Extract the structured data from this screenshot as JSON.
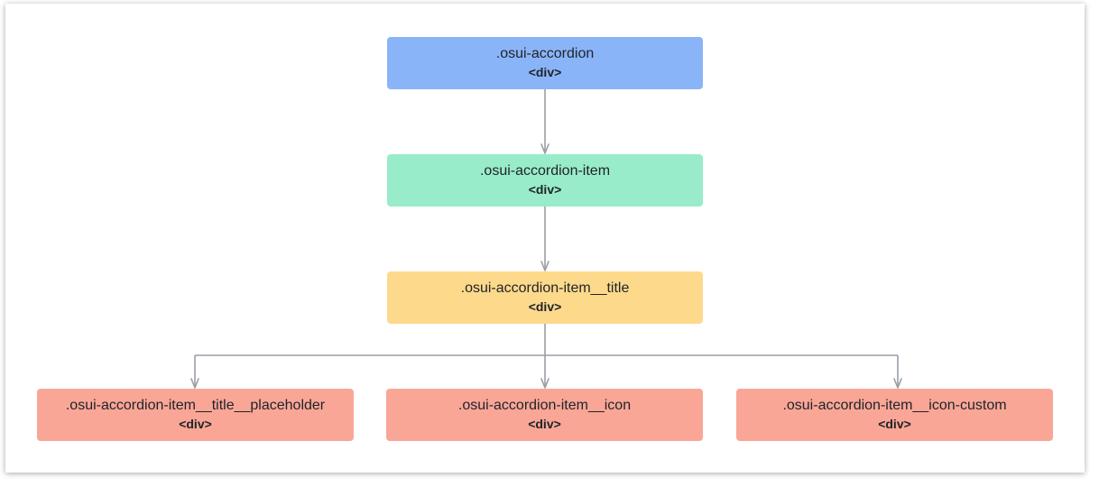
{
  "colors": {
    "root": "#8ab4f8",
    "item": "#98ecca",
    "title": "#fdd98b",
    "leaf": "#f9a697",
    "connector": "#9a9ea6"
  },
  "nodes": {
    "accordion": {
      "class_name": ".osui-accordion",
      "tag": "<div>"
    },
    "item": {
      "class_name": ".osui-accordion-item",
      "tag": "<div>"
    },
    "title": {
      "class_name": ".osui-accordion-item__title",
      "tag": "<div>"
    },
    "placeholder": {
      "class_name": ".osui-accordion-item__title__placeholder",
      "tag": "<div>"
    },
    "icon": {
      "class_name": ".osui-accordion-item__icon",
      "tag": "<div>"
    },
    "icon_custom": {
      "class_name": ".osui-accordion-item__icon-custom",
      "tag": "<div>"
    }
  }
}
